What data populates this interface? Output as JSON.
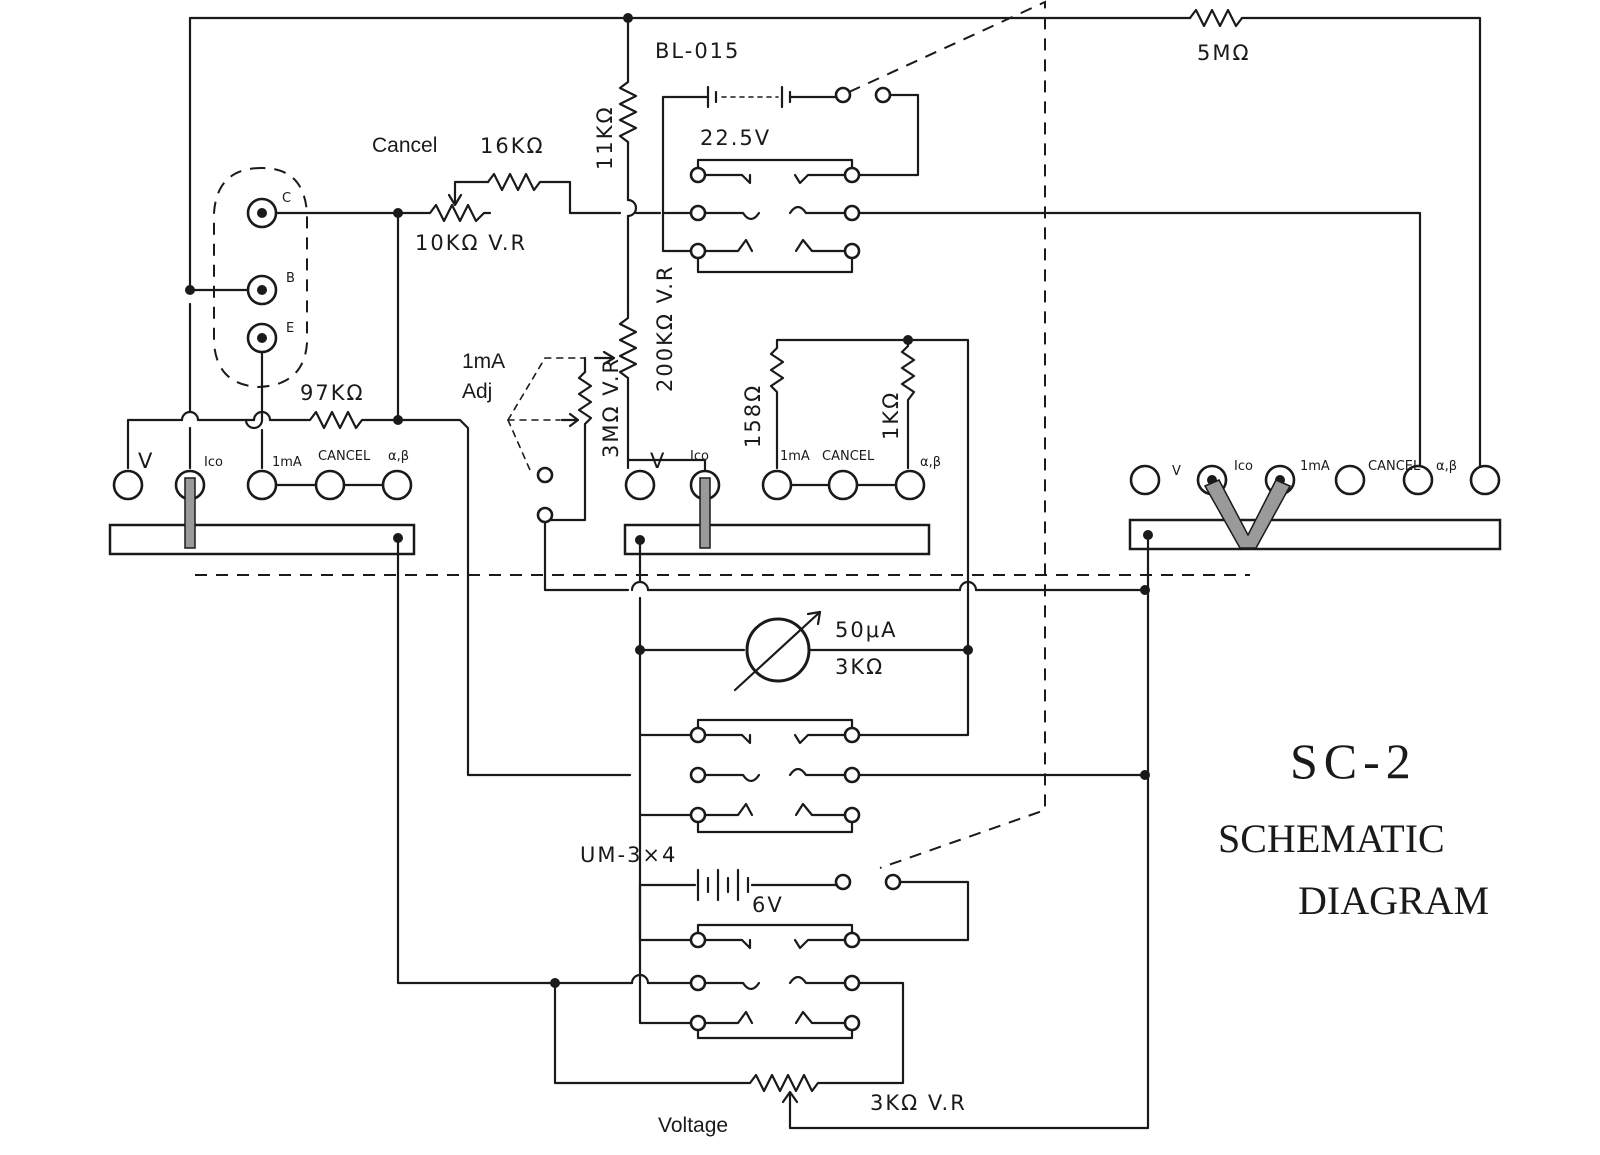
{
  "title": {
    "model": "SC-2",
    "line1": "SCHEMATIC",
    "line2": "DIAGRAM"
  },
  "labels": {
    "cancel": "Cancel",
    "r16k": "16KΩ",
    "r10kvr": "10KΩ V.R",
    "r11k": "11KΩ",
    "battery1": "BL-015",
    "v225": "22.5V",
    "r5m": "5MΩ",
    "ma_adj_1": "1mA",
    "ma_adj_2": "Adj",
    "r200kvr": "200KΩ V.R",
    "r3mvr": "3MΩ V.R",
    "r158": "158Ω",
    "r1k": "1KΩ",
    "r97k": "97KΩ",
    "meter1": "50μA",
    "meter2": "3KΩ",
    "battery2": "UM-3×4",
    "v6": "6V",
    "r3kvr": "3KΩ V.R",
    "voltage": "Voltage"
  },
  "transistor_pins": [
    "C",
    "B",
    "E"
  ],
  "switch_positions": [
    "V",
    "Ico",
    "1mA",
    "CANCEL",
    "α,β"
  ]
}
